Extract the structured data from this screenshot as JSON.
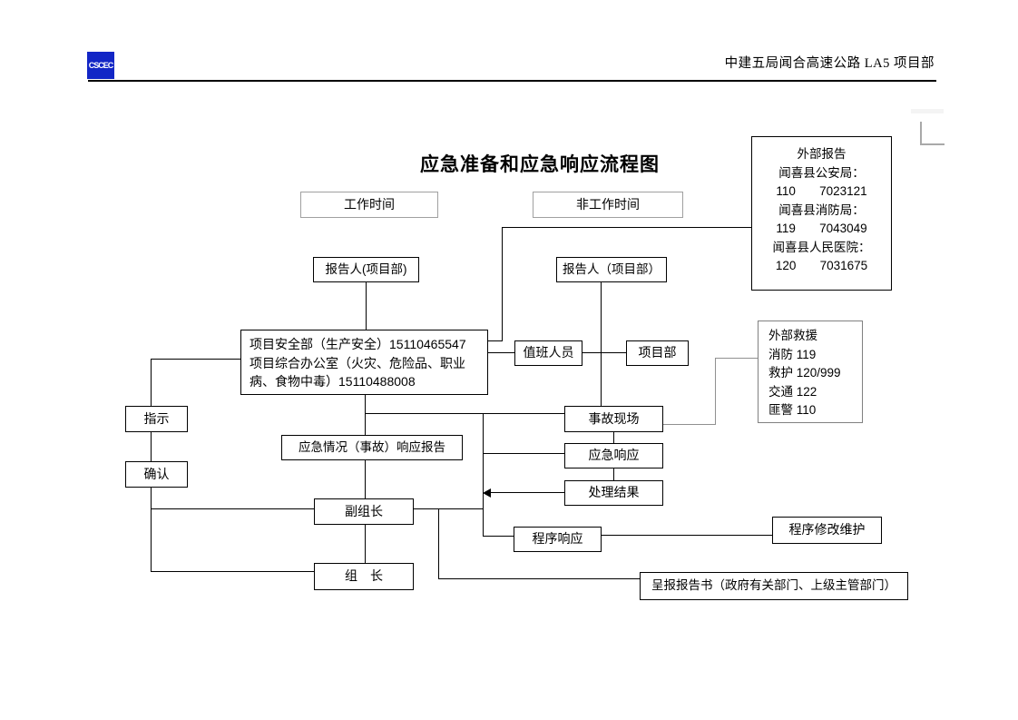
{
  "header": {
    "logo_text": "CSCEC",
    "company": "中建五局闻合高速公路 LA5 项目部"
  },
  "title": "应急准备和应急响应流程图",
  "nodes": {
    "work_time": "工作时间",
    "non_work_time": "非工作时间",
    "reporter_left": "报告人(项目部)",
    "reporter_right": "报告人（项目部）",
    "safety_line1": "项目安全部（生产安全）15110465547",
    "safety_line2": "项目综合办公室（火灾、危险品、职业病、食物中毒）15110488008",
    "duty_staff": "值班人员",
    "project_dept": "项目部",
    "instruct": "指示",
    "confirm": "确认",
    "accident_scene": "事故现场",
    "emergency_response": "应急响应",
    "handle_result": "处理结果",
    "response_report": "应急情况（事故）响应报告",
    "deputy_leader": "副组长",
    "leader": "组　长",
    "procedure_response": "程序响应",
    "procedure_maintain": "程序修改维护",
    "submit_report": "呈报报告书（政府有关部门、上级主管部门）"
  },
  "external_report": {
    "lines": [
      "外部报告",
      "闻喜县公安局：",
      "110       7023121",
      "闻喜县消防局：",
      "119       7043049",
      "闻喜县人民医院：",
      "120       7031675"
    ]
  },
  "external_rescue": {
    "lines": [
      "外部救援",
      "消防 119",
      "救护 120/999",
      "交通 122",
      "匪警 110"
    ]
  },
  "colors": {
    "logo_blue": "#1226c6",
    "connector_black": "#000000",
    "connector_gray": "#909090",
    "light_border_gray": "#a0a0a0"
  }
}
